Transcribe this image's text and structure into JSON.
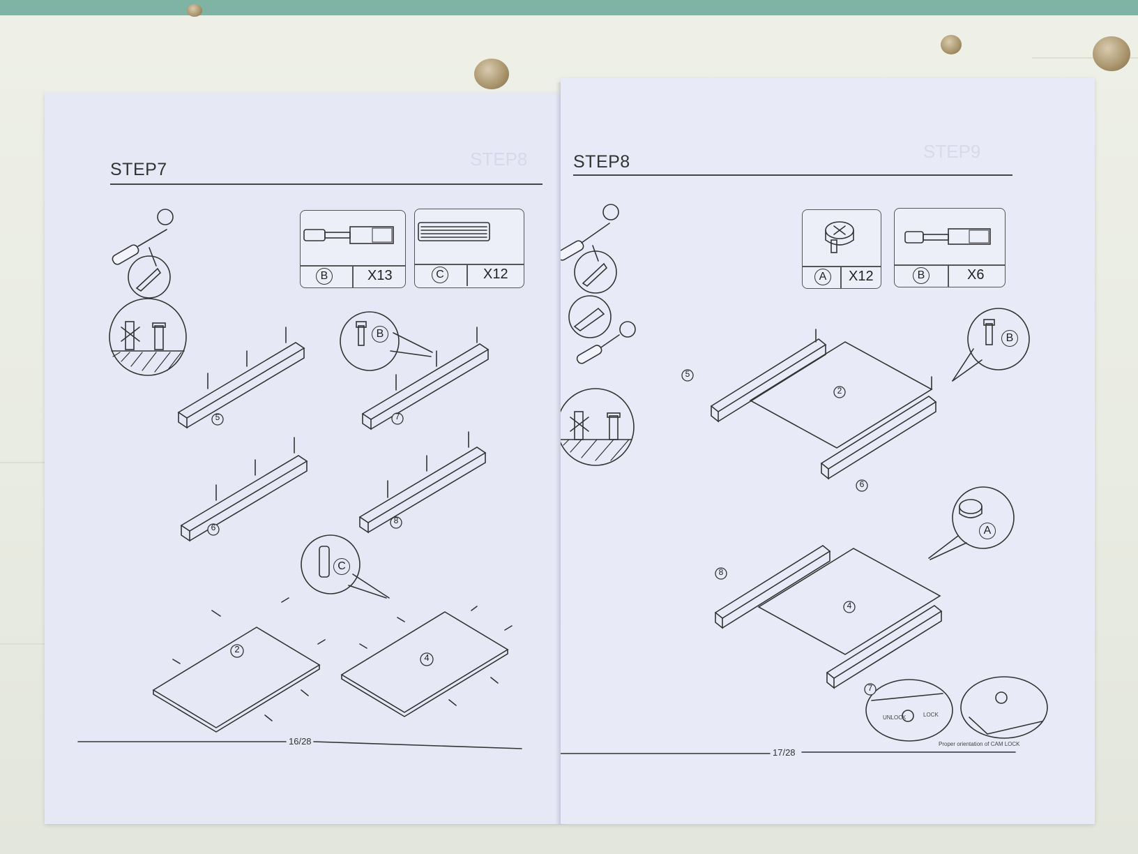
{
  "left_page": {
    "title": "STEP7",
    "parts": [
      {
        "letter": "B",
        "qty": "X13"
      },
      {
        "letter": "C",
        "qty": "X12"
      }
    ],
    "callouts": {
      "b": "B",
      "c": "C"
    },
    "labels": {
      "p5": "5",
      "p7": "7",
      "p6": "6",
      "p8": "8",
      "p2": "2",
      "p4": "4"
    },
    "page_number": "16/28"
  },
  "right_page": {
    "title": "STEP8",
    "parts": [
      {
        "letter": "A",
        "qty": "X12"
      },
      {
        "letter": "B",
        "qty": "X6"
      }
    ],
    "callouts": {
      "b": "B",
      "a": "A"
    },
    "labels": {
      "p5": "5",
      "p2": "2",
      "p6": "6",
      "p8": "8",
      "p4": "4",
      "p7": "7"
    },
    "page_number": "17/28",
    "cam_lock_caption": "Proper orientation of CAM LOCK",
    "cam_lock_unlock": "UNLOCK",
    "cam_lock_lock": "LOCK"
  }
}
